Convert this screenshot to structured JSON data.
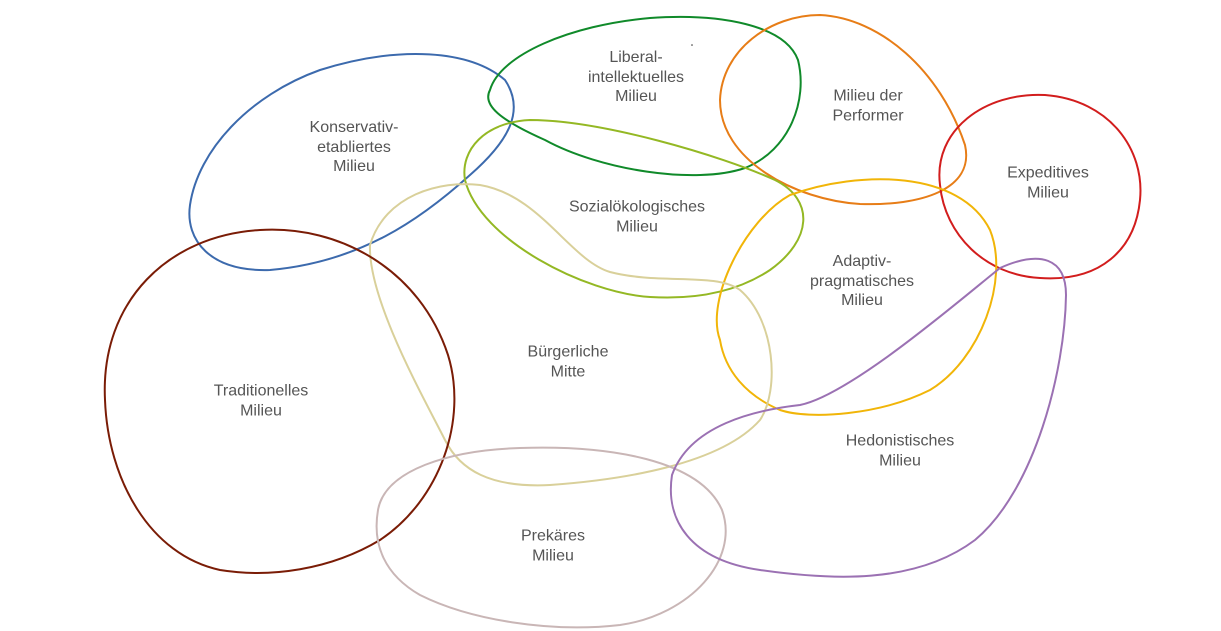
{
  "colors": {
    "konservativ": "#3c6aad",
    "liberal": "#108a2a",
    "performer": "#e77d17",
    "expeditiv": "#d21d1d",
    "sozial": "#94b824",
    "adaptiv": "#f1b508",
    "buergerlich": "#d9d09a",
    "traditionell": "#7a1c06",
    "prekaer": "#c9b6b6",
    "hedonist": "#9b71b3",
    "text": "#555555"
  },
  "milieus": {
    "konservativ": {
      "line1": "Konservativ-",
      "line2": "etabliertes",
      "line3": "Milieu"
    },
    "liberal": {
      "line1": "Liberal-",
      "line2": "intellektuelles",
      "line3": "Milieu"
    },
    "performer": {
      "line1": "Milieu der",
      "line2": "Performer"
    },
    "expeditiv": {
      "line1": "Expeditives",
      "line2": "Milieu"
    },
    "sozial": {
      "line1": "Sozialökologisches",
      "line2": "Milieu"
    },
    "adaptiv": {
      "line1": "Adaptiv-",
      "line2": "pragmatisches",
      "line3": "Milieu"
    },
    "buergerlich": {
      "line1": "Bürgerliche",
      "line2": "Mitte"
    },
    "traditionell": {
      "line1": "Traditionelles",
      "line2": "Milieu"
    },
    "hedonist": {
      "line1": "Hedonistisches",
      "line2": "Milieu"
    },
    "prekaer": {
      "line1": "Prekäres",
      "line2": "Milieu"
    }
  }
}
